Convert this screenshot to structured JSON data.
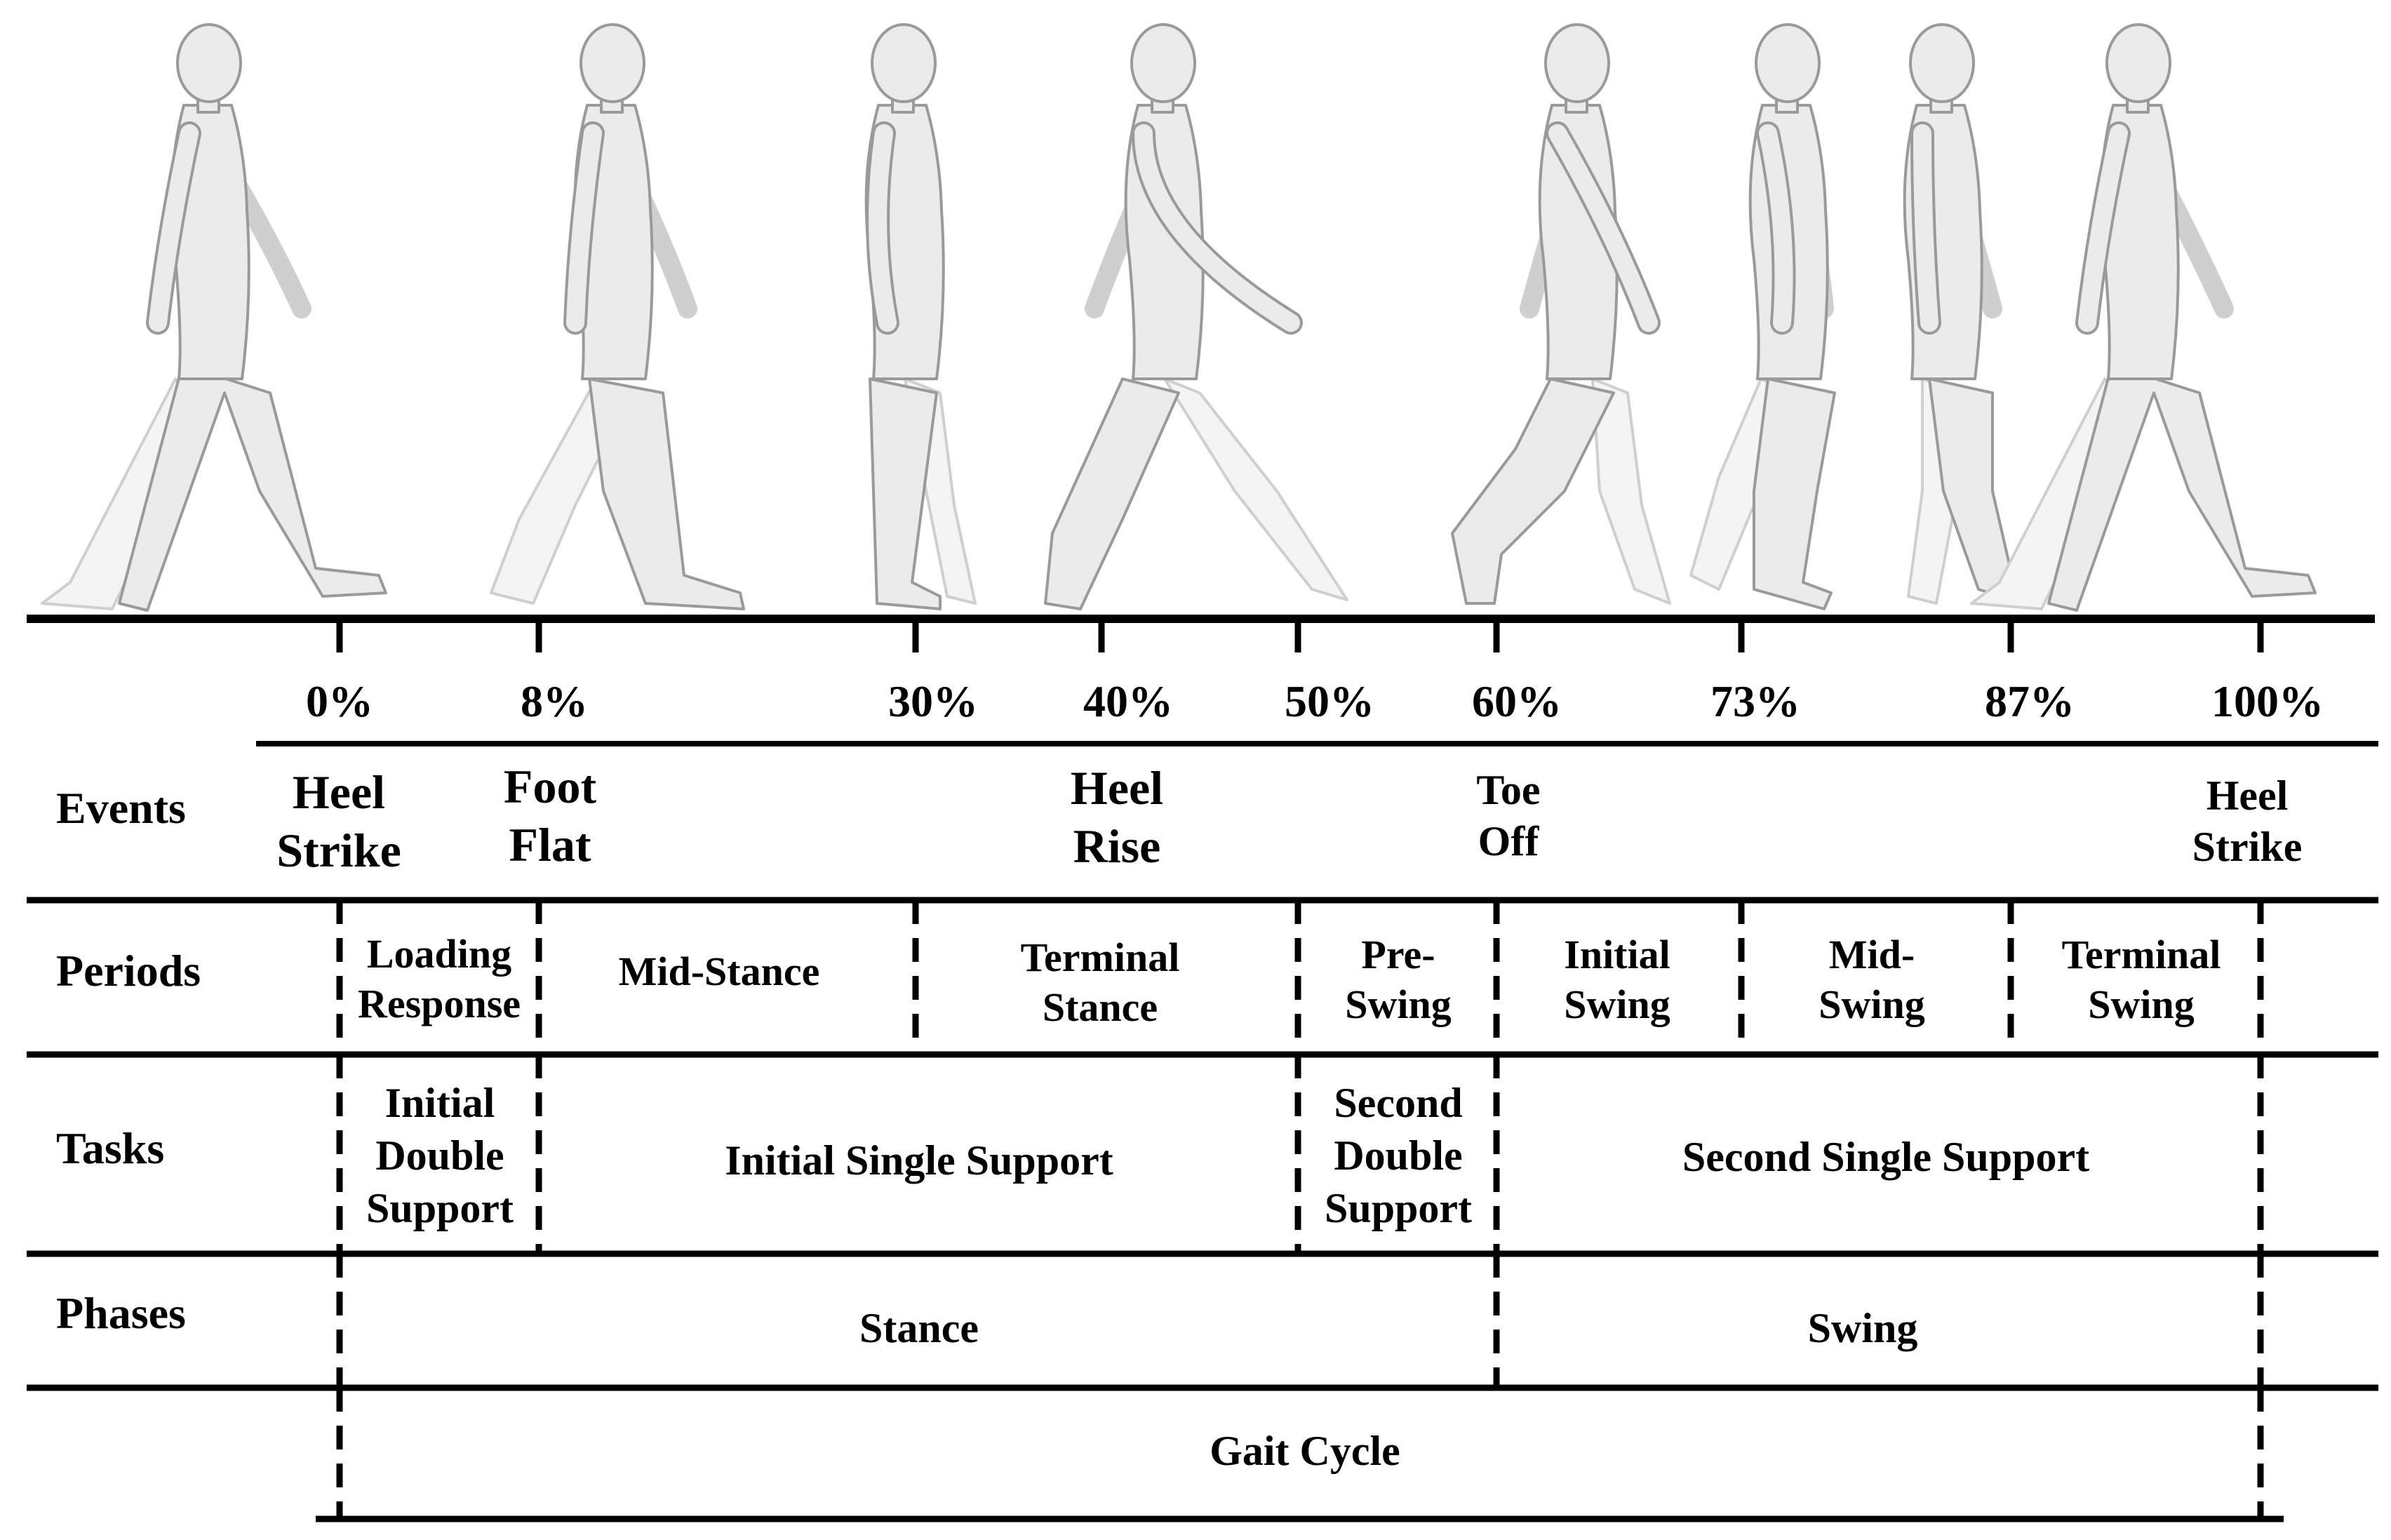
{
  "row_labels": {
    "events": "Events",
    "periods": "Periods",
    "tasks": "Tasks",
    "phases": "Phases"
  },
  "percentages": [
    "0%",
    "8%",
    "30%",
    "40%",
    "50%",
    "60%",
    "73%",
    "87%",
    "100%"
  ],
  "events": [
    {
      "line1": "Heel",
      "line2": "Strike"
    },
    {
      "line1": "Foot",
      "line2": "Flat"
    },
    {
      "line1": "Heel",
      "line2": "Rise"
    },
    {
      "line1": "Toe",
      "line2": "Off"
    },
    {
      "line1": "Heel",
      "line2": "Strike"
    }
  ],
  "periods": [
    {
      "line1": "Loading",
      "line2": "Response"
    },
    {
      "line1": "Mid-Stance",
      "line2": ""
    },
    {
      "line1": "Terminal",
      "line2": "Stance"
    },
    {
      "line1": "Pre-",
      "line2": "Swing"
    },
    {
      "line1": "Initial",
      "line2": "Swing"
    },
    {
      "line1": "Mid-",
      "line2": "Swing"
    },
    {
      "line1": "Terminal",
      "line2": "Swing"
    }
  ],
  "tasks": [
    {
      "line1": "Initial",
      "line2": "Double",
      "line3": "Support"
    },
    {
      "line1": "Initial Single Support"
    },
    {
      "line1": "Second",
      "line2": "Double",
      "line3": "Support"
    },
    {
      "line1": "Second Single Support"
    }
  ],
  "phases": [
    "Stance",
    "Swing"
  ],
  "cycle": "Gait Cycle",
  "colors": {
    "ink": "#000000",
    "figure_fill": "#ebebeb",
    "figure_outline": "#9a9a9a",
    "ghost_leg": "#cfcfcf"
  }
}
